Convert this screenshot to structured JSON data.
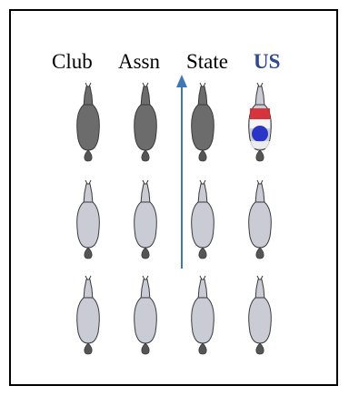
{
  "column_labels": {
    "club": "Club",
    "assn": "Assn",
    "state": "State",
    "us": "US"
  },
  "colors": {
    "us_label": "#2f4a8f",
    "dark_horse": "#6c6c6c",
    "light_horse": "#c9ccd4",
    "outline": "#3a3a3a",
    "arrow": "#3f77b3",
    "flag_red": "#d8252c",
    "flag_blue": "#2a35c8",
    "flag_white": "#f4f4f4"
  },
  "grid": {
    "rows": [
      [
        "dark-horse-icon",
        "dark-horse-icon",
        "dark-horse-icon",
        "flag-horse-icon"
      ],
      [
        "light-horse-icon",
        "light-horse-icon",
        "light-horse-icon",
        "light-horse-icon"
      ],
      [
        "light-horse-icon",
        "light-horse-icon",
        "light-horse-icon",
        "light-horse-icon"
      ]
    ]
  },
  "arrow": {
    "direction": "up",
    "icon": "arrow-up-icon"
  }
}
